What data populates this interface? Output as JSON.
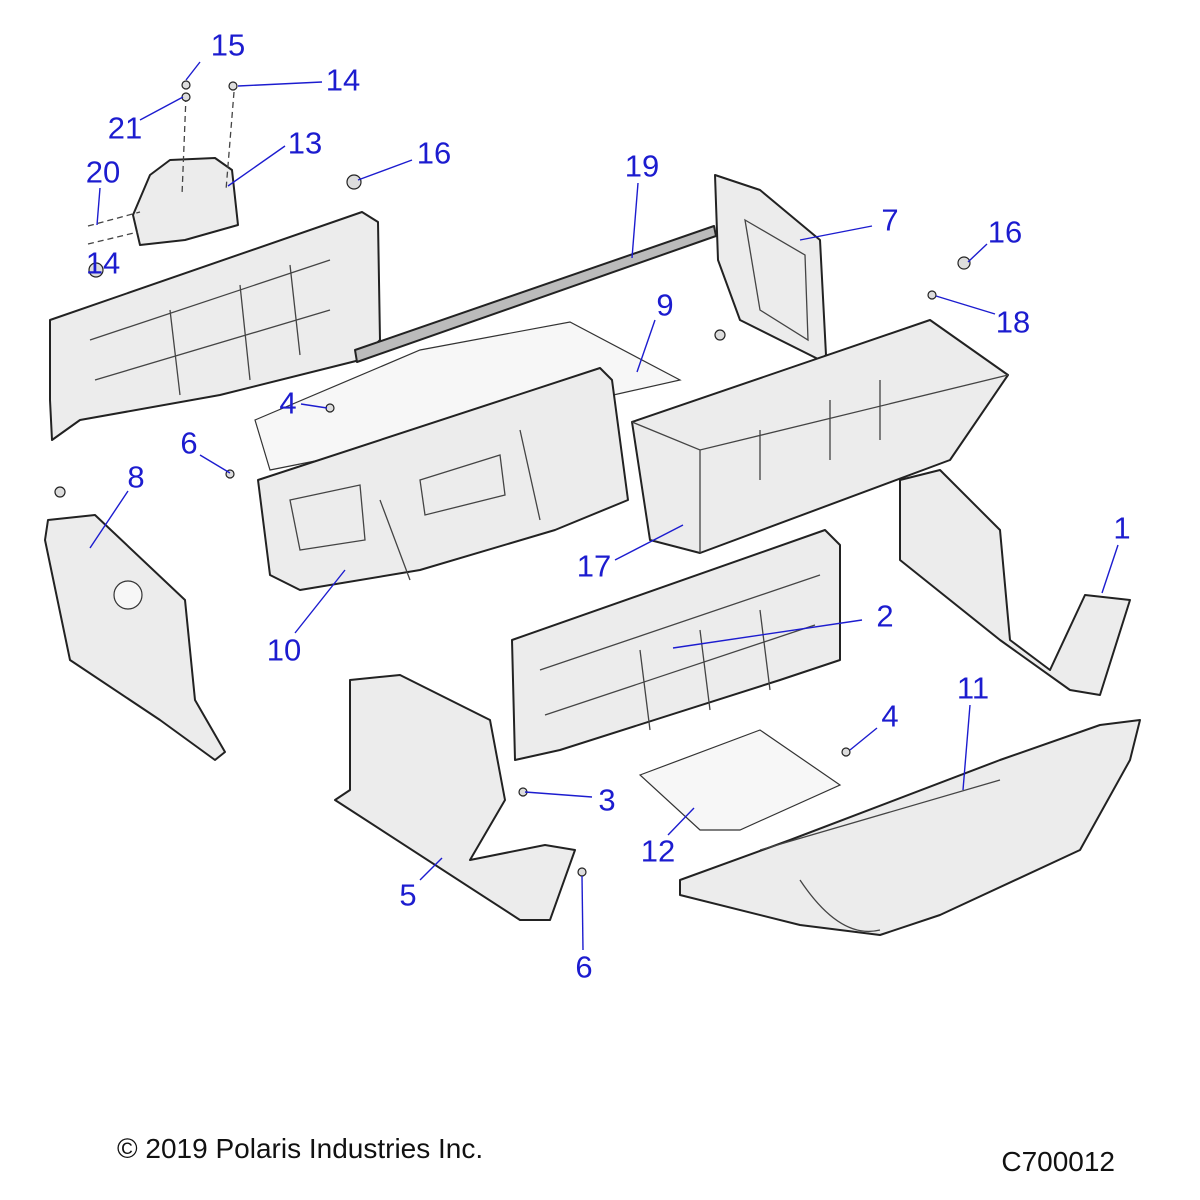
{
  "diagram": {
    "callouts": [
      "15",
      "14",
      "21",
      "13",
      "20",
      "14",
      "16",
      "19",
      "7",
      "16",
      "18",
      "9",
      "4",
      "6",
      "8",
      "17",
      "1",
      "10",
      "2",
      "11",
      "4",
      "3",
      "12",
      "5",
      "6"
    ]
  },
  "footer": {
    "copyright": "© 2019 Polaris Industries Inc.",
    "diagram_id": "C700012"
  },
  "colors": {
    "callout": "#1c1ccf",
    "part_fill": "#ececec"
  }
}
